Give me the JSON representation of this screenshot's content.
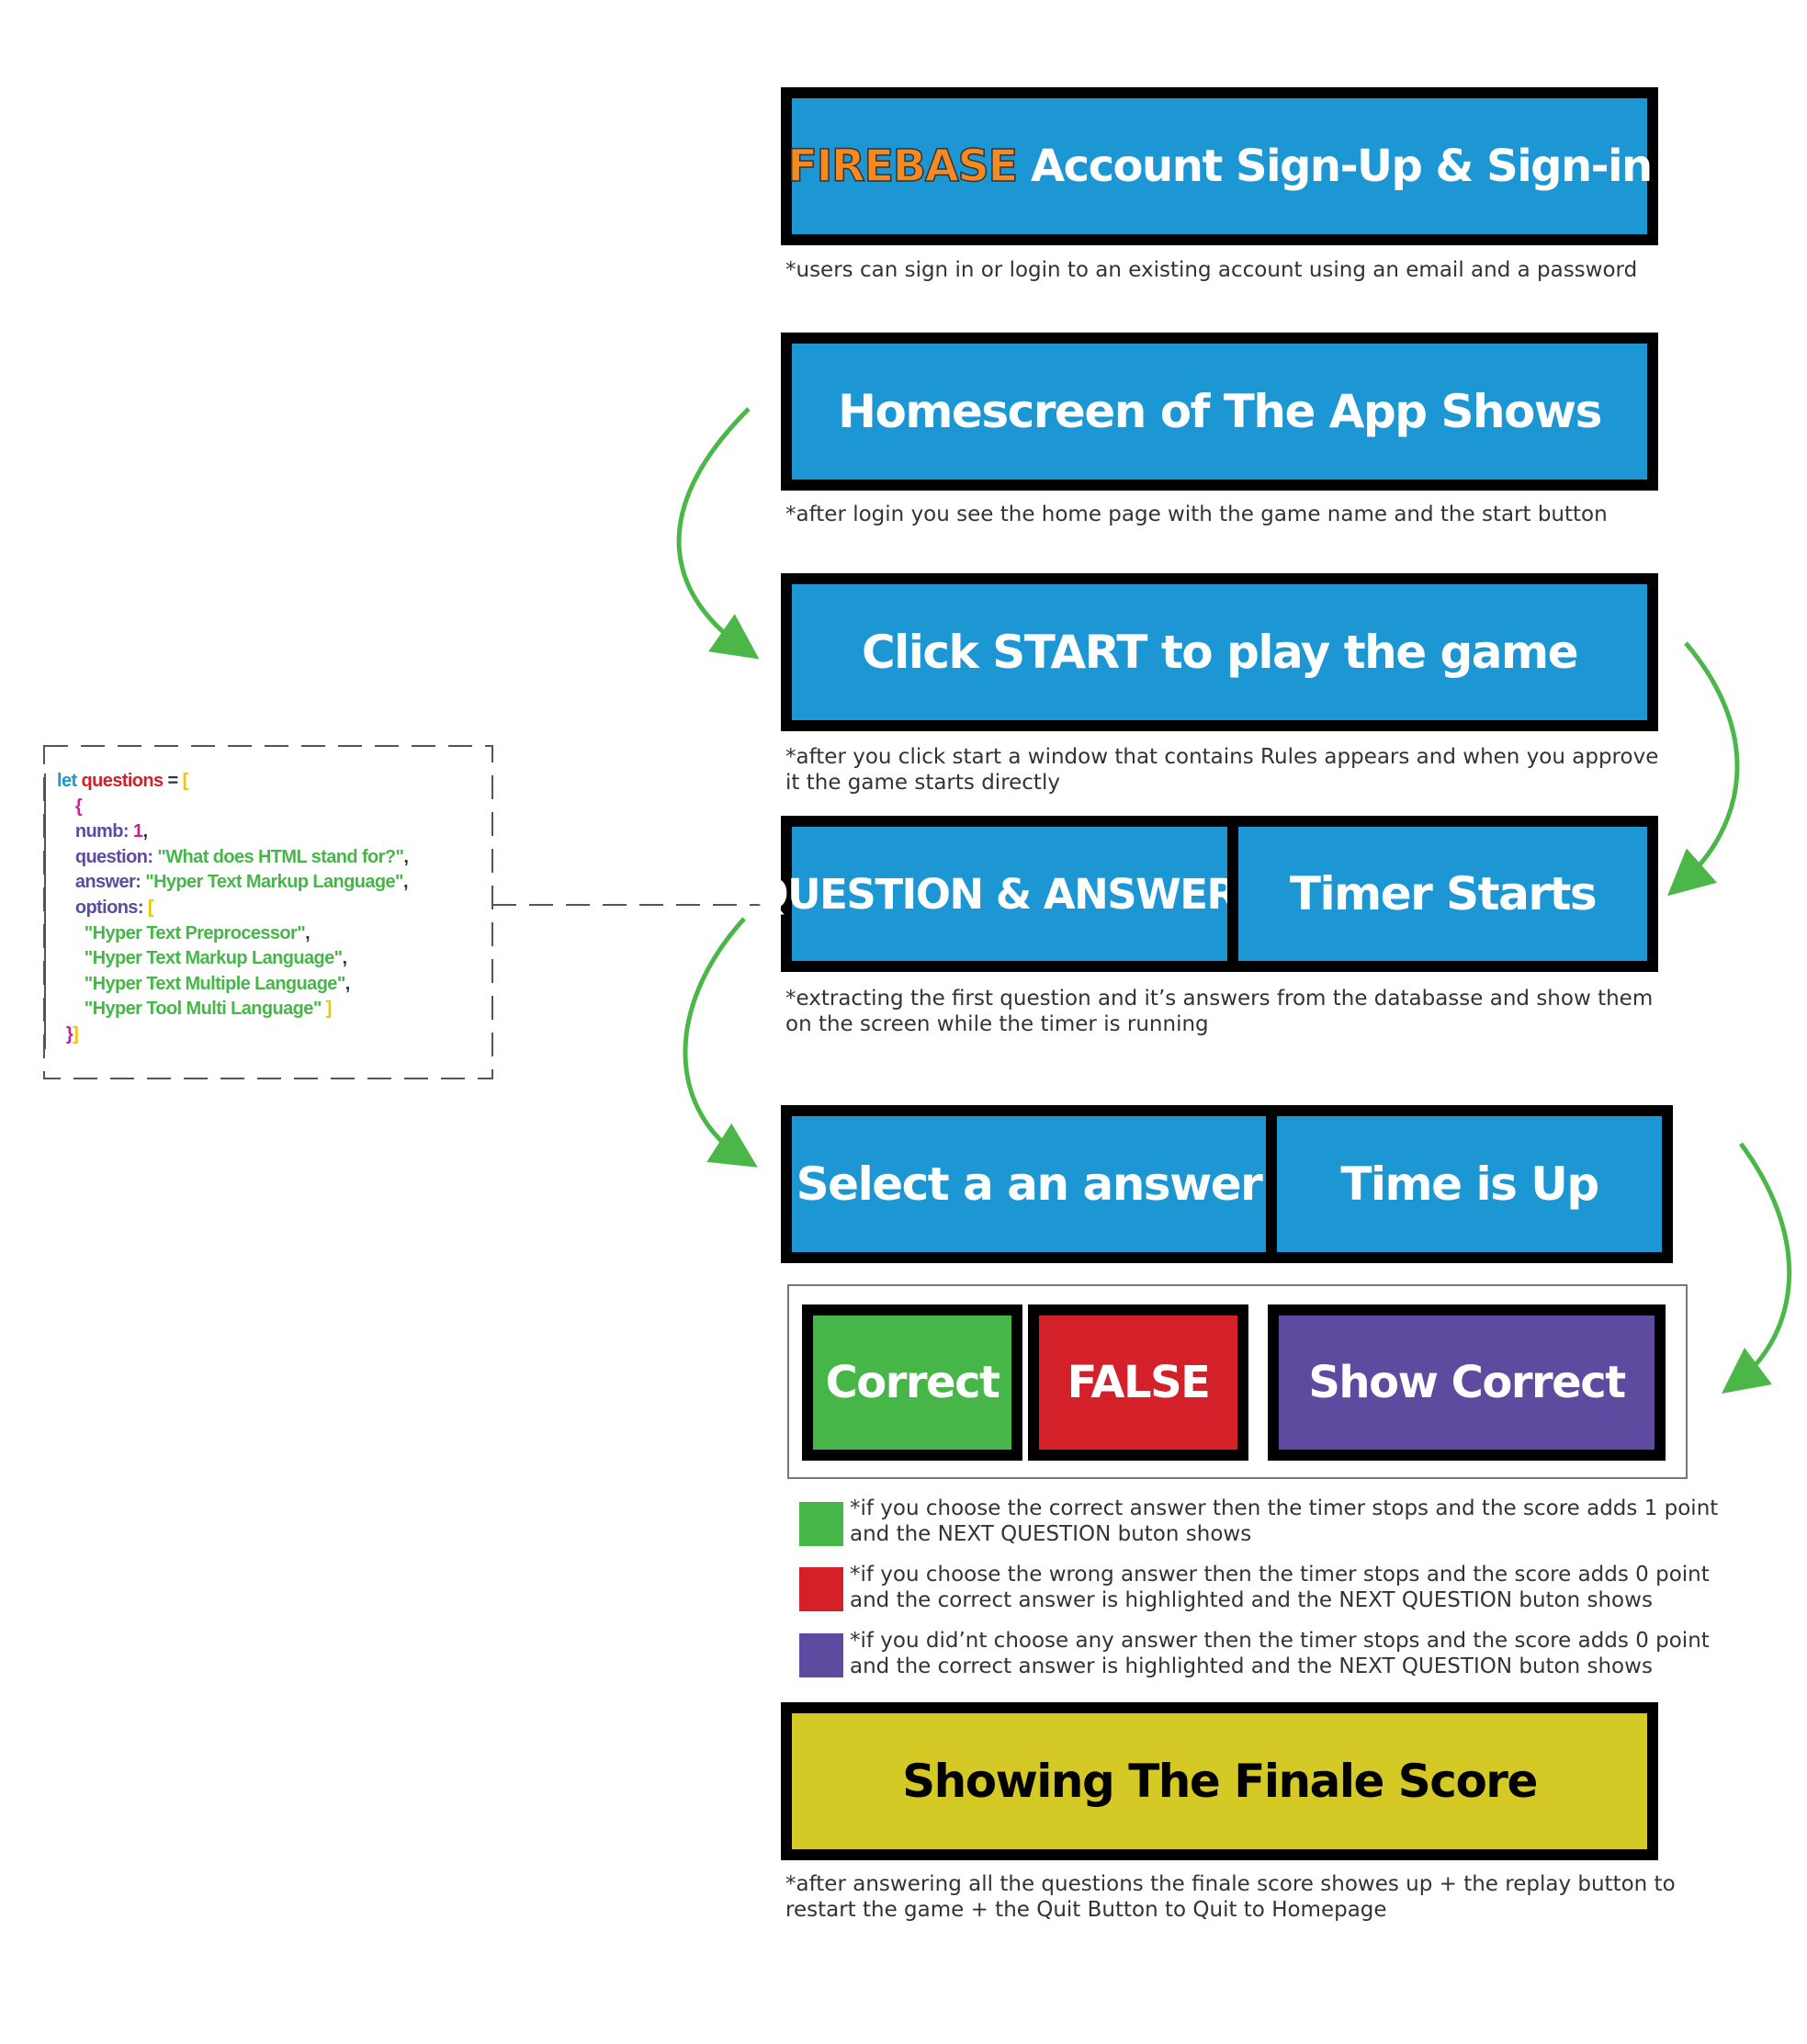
{
  "steps": {
    "signin": {
      "brand": "FIREBASE",
      "title": " Account Sign-Up & Sign-in",
      "note": "*users can sign in or login to an existing account using an email and a password"
    },
    "home": {
      "title": "Homescreen of The App Shows",
      "note": "*after login you see  the home page with the game name and the start button"
    },
    "start": {
      "title": "Click START to play the game",
      "note": "*after you click start a window that contains Rules appears and when you approve it the game starts directly"
    },
    "question": {
      "left": "QUESTION & ANSWERS",
      "right": "Timer Starts",
      "note": "*extracting the first question and it’s answers from the databasse and show them on the screen while the timer is running"
    },
    "select": {
      "left": "Select a an answer",
      "right": "Time is Up"
    },
    "results": {
      "correct": "Correct",
      "false": "FALSE",
      "show_correct": "Show Correct"
    },
    "legend": [
      {
        "color": "#46b648",
        "text": "*if you choose the correct answer then the timer stops and the score adds 1 point and the NEXT QUESTION buton shows"
      },
      {
        "color": "#d32029",
        "text": "*if you choose the wrong answer then the timer stops and the score adds 0 point and the correct answer is highlighted and the NEXT QUESTION buton shows"
      },
      {
        "color": "#5e4a9e",
        "text": "*if you did’nt choose any answer then the timer stops and the score adds 0 point and the correct answer is highlighted and the NEXT QUESTION buton shows"
      }
    ],
    "final": {
      "title": "Showing The Finale Score",
      "note": "*after answering all the questions the finale score showes up + the replay button to restart the game + the Quit Button to Quit to Homepage"
    }
  },
  "code": {
    "kw_let": "let",
    "var_name": "questions",
    "eq": " = ",
    "open_array": "[",
    "open_obj": "{",
    "numb_key": "numb:",
    "numb_val": "1",
    "question_key": "question:",
    "question_val": "\"What does HTML stand for?\"",
    "answer_key": "answer:",
    "answer_val": "\"Hyper Text Markup Language\"",
    "options_key": "options:",
    "options_open": "[",
    "option_1": "\"Hyper Text Preprocessor\"",
    "option_2": "\"Hyper Text Markup Language\"",
    "option_3": "\"Hyper Text Multiple Language\"",
    "option_4": "\"Hyper Tool Multi Language\"",
    "options_close": "]",
    "close_obj": "}",
    "close_array": "]",
    "comma": ","
  },
  "colors": {
    "box_blue": "#1d97d3",
    "correct_green": "#46b648",
    "false_red": "#d32029",
    "show_purple": "#5e4a9e",
    "final_yellow": "#d4c925",
    "arrow_green": "#4bb749",
    "firebase_orange": "#f6891f"
  }
}
